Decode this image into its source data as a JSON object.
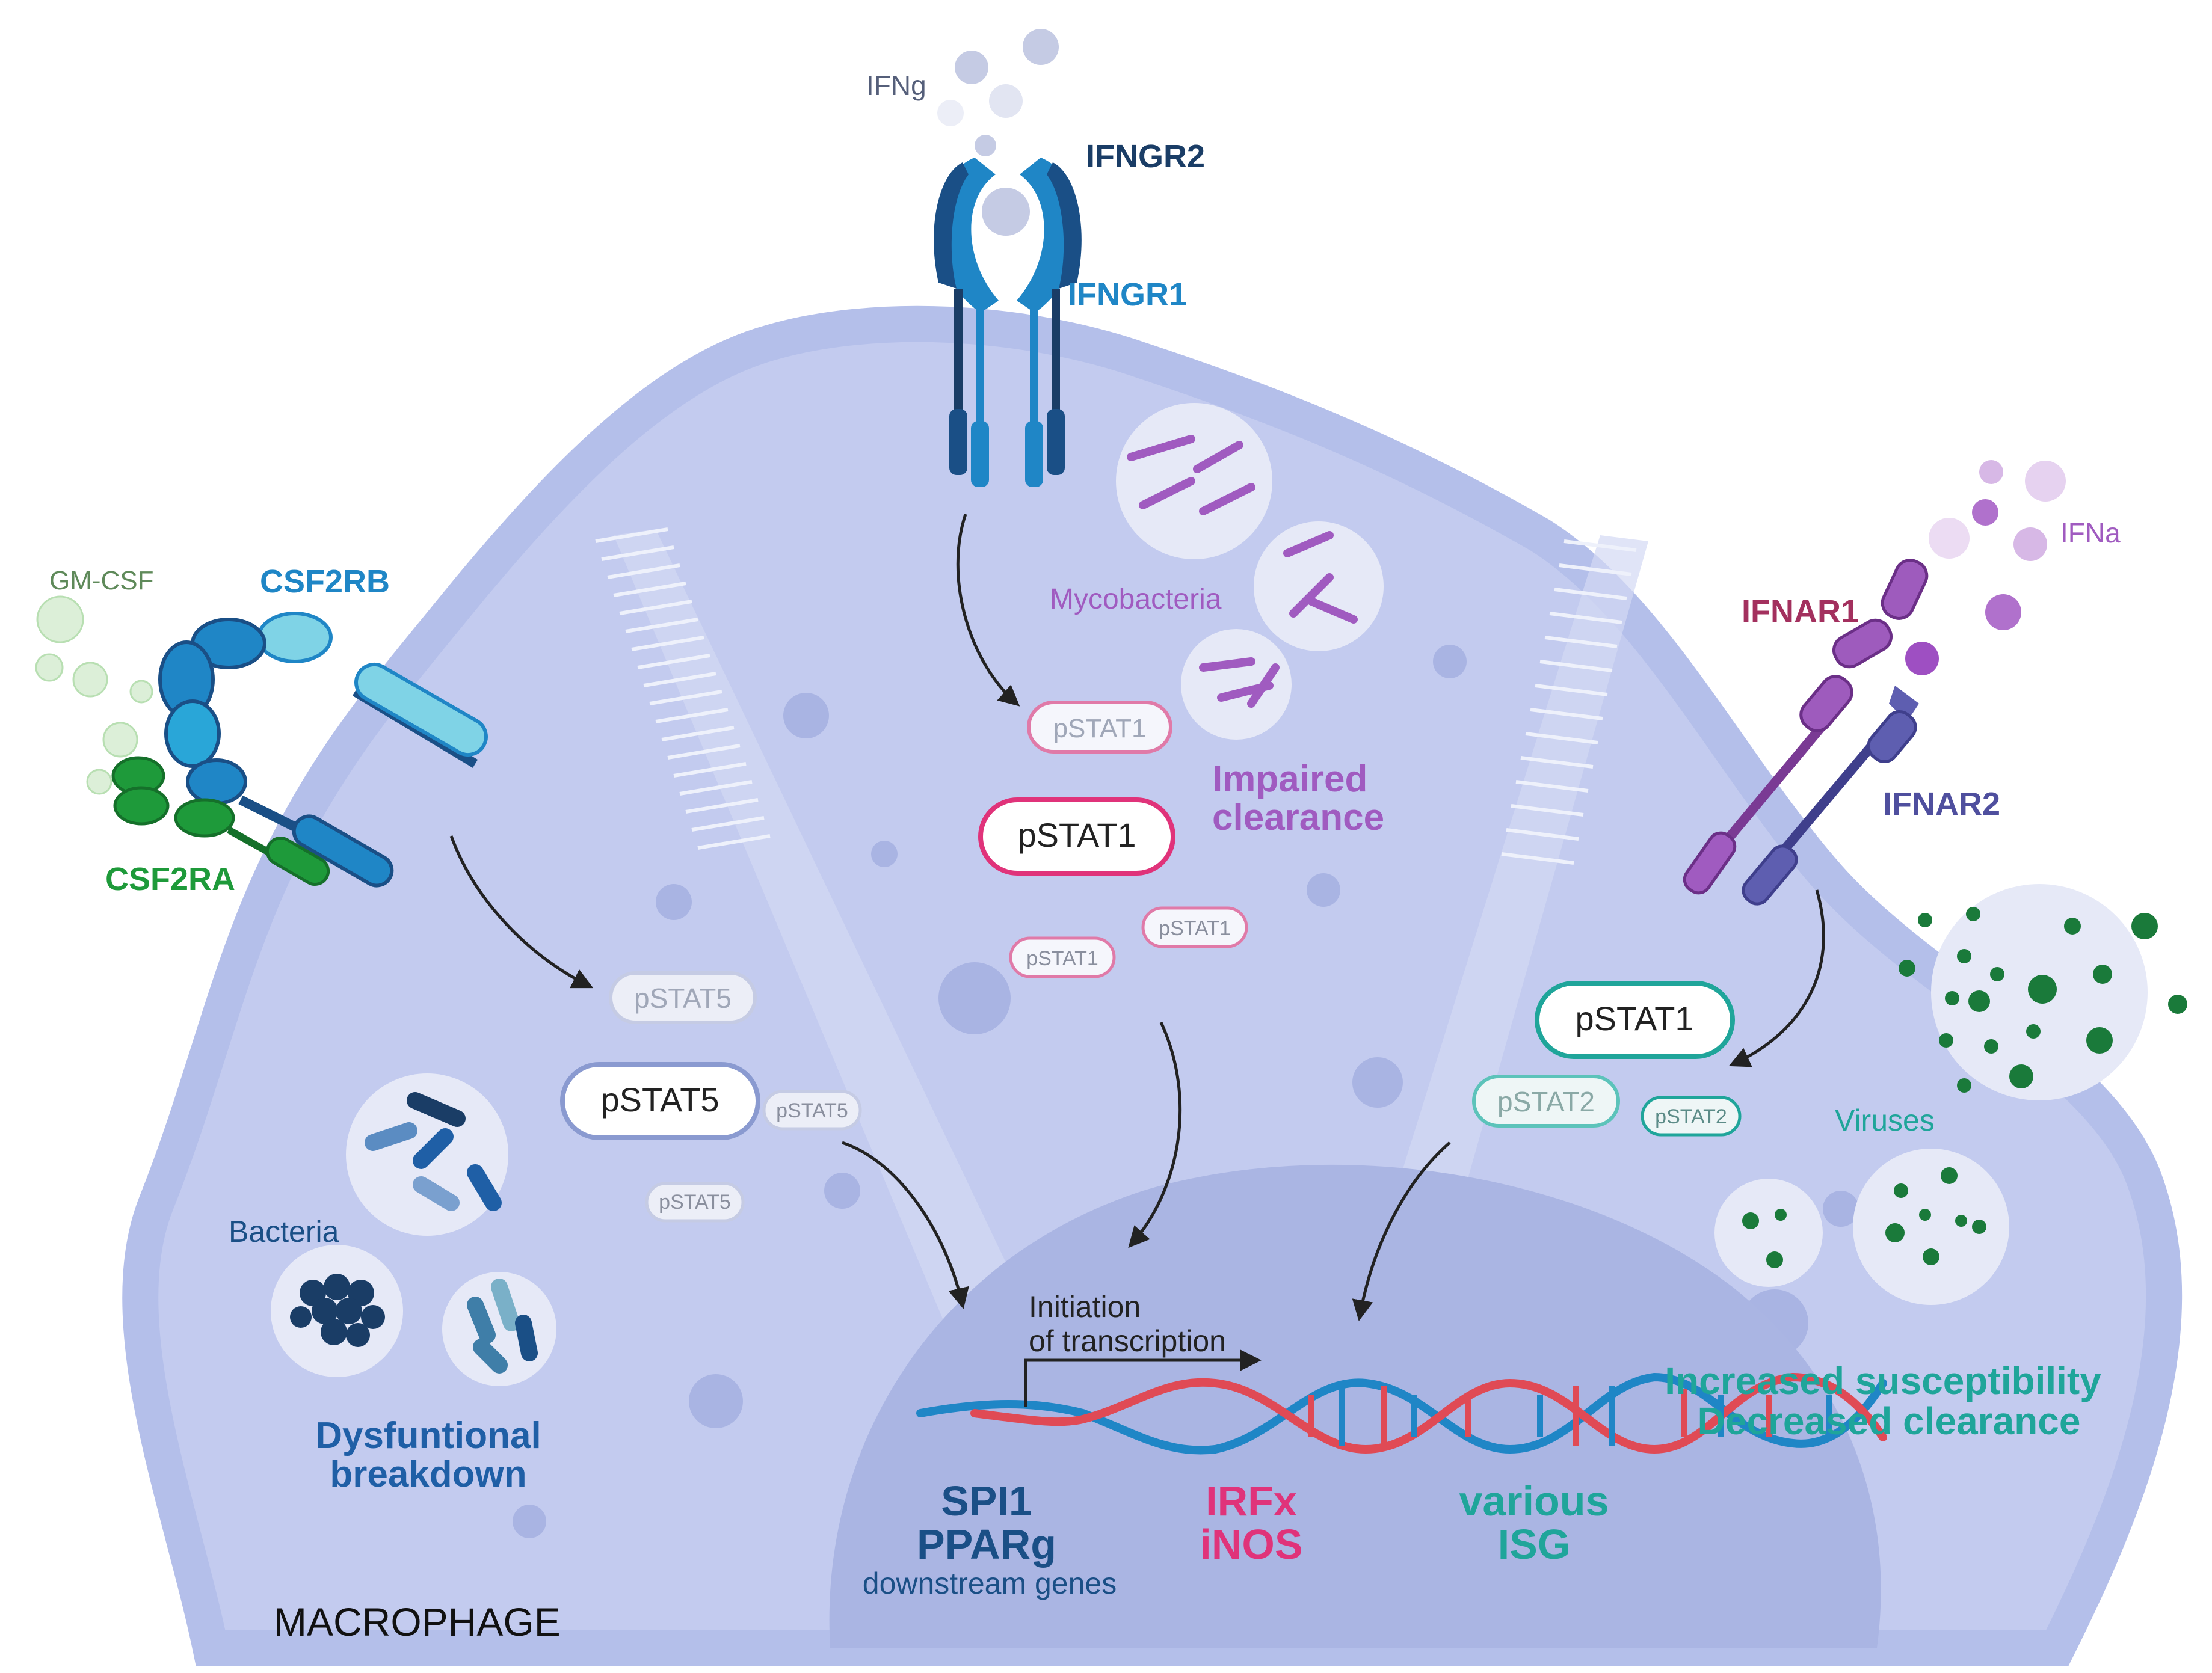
{
  "figure": {
    "cell_label": "MACROPHAGE",
    "ligands": {
      "ifng": "IFNg",
      "gmcsf": "GM-CSF",
      "ifna": "IFNa"
    },
    "receptors": {
      "ifngr2": "IFNGR2",
      "ifngr1": "IFNGR1",
      "csf2rb": "CSF2RB",
      "csf2ra": "CSF2RA",
      "ifnar1": "IFNAR1",
      "ifnar2": "IFNAR2"
    },
    "stat_proteins": {
      "pstat1_center_large": "pSTAT1",
      "pstat1_center_top": "pSTAT1",
      "pstat1_center_small_a": "pSTAT1",
      "pstat1_center_small_b": "pSTAT1",
      "pstat5_top": "pSTAT5",
      "pstat5_large": "pSTAT5",
      "pstat5_small_a": "pSTAT5",
      "pstat5_small_b": "pSTAT5",
      "pstat1_right_large": "pSTAT1",
      "pstat2_right": "pSTAT2",
      "pstat2_right_small": "pSTAT2"
    },
    "pathogens": {
      "mycobacteria": "Mycobacteria",
      "impaired_line1": "Impaired",
      "impaired_line2": "clearance",
      "bacteria": "Bacteria",
      "dysfunctional_line1": "Dysfuntional",
      "dysfunctional_line2": "breakdown",
      "viruses": "Viruses",
      "susceptibility_line1": "Increased susceptibility",
      "susceptibility_line2": "Decreased clearance"
    },
    "nucleus": {
      "initiation_line1": "Initiation",
      "initiation_line2": "of transcription",
      "genes_left_1": "SPI1",
      "genes_left_2": "PPARg",
      "genes_left_3": "downstream genes",
      "genes_mid_1": "IRFx",
      "genes_mid_2": "iNOS",
      "genes_right_1": "various",
      "genes_right_2": "ISG"
    },
    "colors": {
      "cell": "#c3cbef",
      "cell_edge": "#b0bbe8",
      "nucleus": "#aab5e3",
      "blue_dark": "#1d4f8c",
      "blue_mid": "#1f86c6",
      "green": "#1e9a3a",
      "magenta": "#e0337a",
      "purple": "#a05bc0",
      "teal": "#1fa59a",
      "virus": "#1a7a3a"
    }
  }
}
